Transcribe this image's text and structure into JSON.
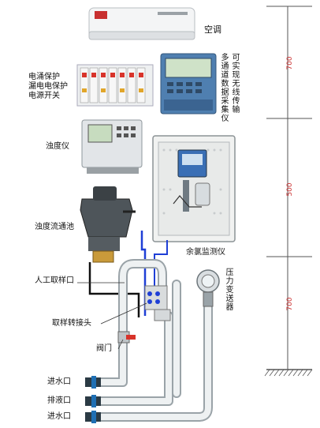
{
  "labels": {
    "aircon": "空调",
    "breaker": [
      "电涌保护",
      "漏电电保护",
      "电源开关"
    ],
    "collector_a": "多通道数据采集仪",
    "collector_b": "可实现无线传输",
    "turbidity_meter": "浊度仪",
    "flow_cell": "浊度流通池",
    "chlorine_monitor": "余氯监测仪",
    "manual_sampling": "人工取样口",
    "sampling_adapter": "取样转接头",
    "valve": "阀门",
    "pressure_transmitter": "压力变送器",
    "inlet_top": "进水口",
    "drain": "排液口",
    "inlet_bottom": "进水口"
  },
  "dimensions": [
    "700",
    "500",
    "700"
  ],
  "colors": {
    "pipe": "#e9ecee",
    "pipe_edge": "#9aa3a8",
    "signal_blue": "#1f3fd6",
    "cable_black": "#111111",
    "dimension": "#cc3333",
    "device_blue": "#4f7fb0"
  }
}
